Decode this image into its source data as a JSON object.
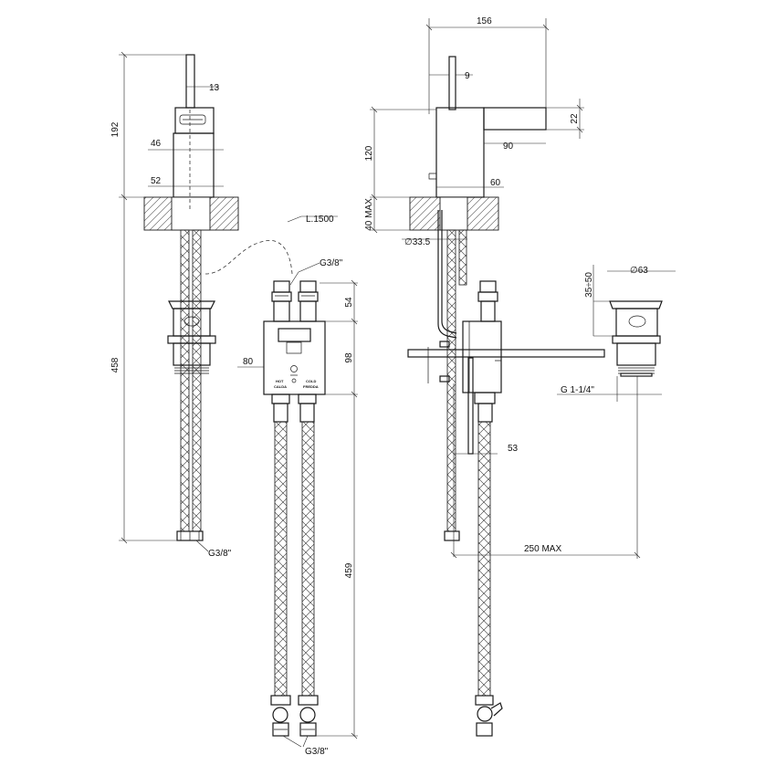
{
  "dimensions": {
    "front_height_192": "192",
    "front_stem_13": "13",
    "front_body_46": "46",
    "front_base_52": "52",
    "front_hose_458": "458",
    "front_thread": "G3/8\"",
    "cable_length": "L.1500",
    "box_inlet_thread": "G3/8\"",
    "box_height_54": "54",
    "box_height_98": "98",
    "box_width_80": "80",
    "box_hose_459": "459",
    "box_outlet_thread": "G3/8\"",
    "side_width_156": "156",
    "side_lever_9": "9",
    "side_spout_22": "22",
    "side_spout_90": "90",
    "side_height_120": "120",
    "side_base_60": "60",
    "side_deck_max": "40 MAX",
    "side_hole_dia": "∅33.5",
    "waste_dia": "∅63",
    "waste_range": "35÷50",
    "waste_thread": "G 1-1/4\"",
    "side_rod_53": "53",
    "side_reach_max": "250 MAX"
  },
  "box_labels": {
    "hot_en": "HOT",
    "hot_it": "CALDA",
    "cold_en": "COLD",
    "cold_it": "FREDDA"
  }
}
